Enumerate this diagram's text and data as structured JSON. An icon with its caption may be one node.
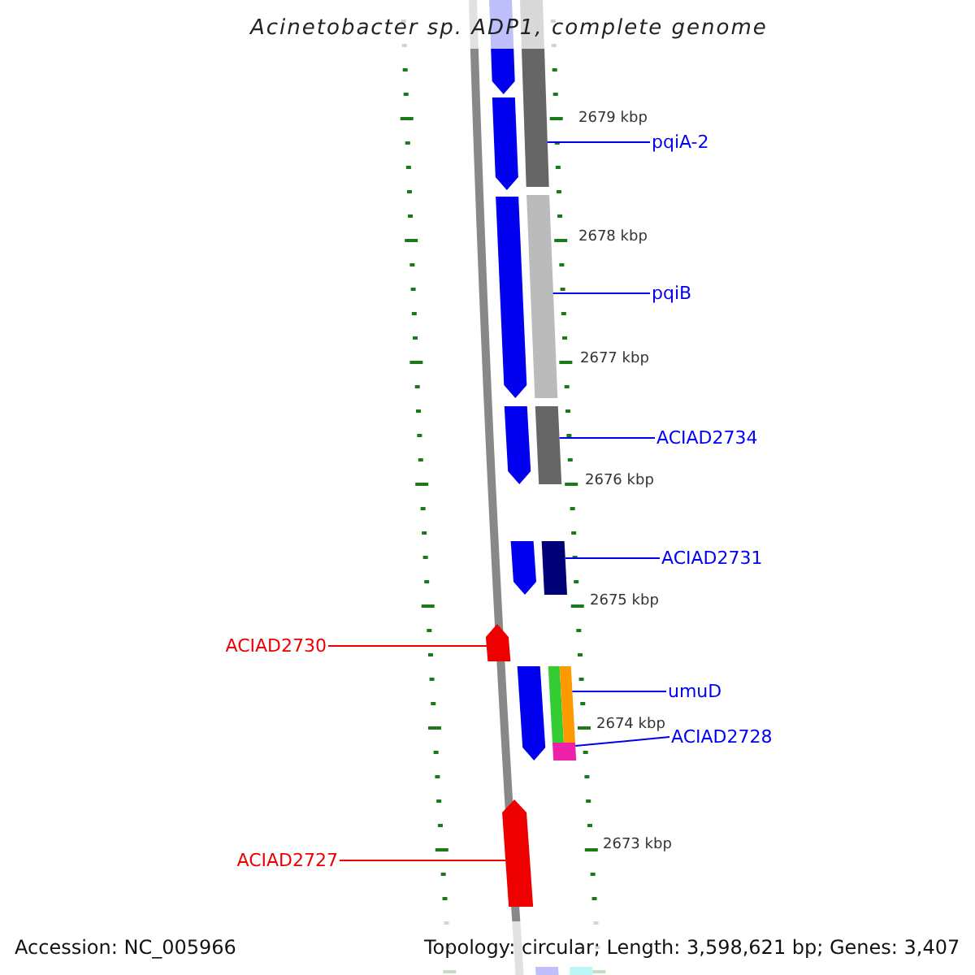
{
  "diagram": {
    "title": "Acinetobacter sp. ADP1, complete genome",
    "nodes": [
      {
        "text": [
          "pqiA-2"
        ]
      },
      {
        "text": [
          "pqiB"
        ]
      },
      {
        "text": [
          "ACIAD2734"
        ]
      },
      {
        "text": [
          "ACIAD2731"
        ]
      },
      {
        "text": [
          "ACIAD2730"
        ]
      },
      {
        "text": [
          "umuD"
        ]
      },
      {
        "text": [
          "ACIAD2728"
        ]
      },
      {
        "text": [
          "ACIAD2727"
        ]
      },
      {
        "text": [],
        "shape": "pentagon"
      },
      {
        "text": [],
        "shape": "bar"
      },
      {
        "text": [],
        "shape": "pentagon"
      },
      {
        "text": [],
        "shape": "pentagon"
      },
      {
        "text": [],
        "shape": "bar"
      },
      {
        "text": [],
        "shape": "pentagon"
      },
      {
        "text": [],
        "shape": "bar"
      },
      {
        "text": [],
        "shape": "pentagon"
      },
      {
        "text": [],
        "shape": "bar"
      },
      {
        "text": [],
        "shape": "pentagon"
      },
      {
        "text": [],
        "shape": "pentagon"
      },
      {
        "text": [],
        "shape": "bar"
      },
      {
        "text": [],
        "shape": "bar"
      },
      {
        "text": [],
        "shape": "bar"
      },
      {
        "text": [],
        "shape": "pentagon"
      },
      {
        "text": [],
        "shape": "bar"
      },
      {
        "text": [],
        "shape": "bar"
      }
    ],
    "edges": [
      {
        "from": 0,
        "to": 9,
        "arrow": "none"
      },
      {
        "from": 1,
        "to": 12,
        "arrow": "none"
      },
      {
        "from": 2,
        "to": 14,
        "arrow": "none"
      },
      {
        "from": 3,
        "to": 16,
        "arrow": "none"
      },
      {
        "from": 4,
        "to": 17,
        "arrow": "none",
        "color": "#ee0000"
      },
      {
        "from": 5,
        "to": 20,
        "arrow": "none"
      },
      {
        "from": 6,
        "to": 21,
        "arrow": "none"
      },
      {
        "from": 7,
        "to": 22,
        "arrow": "none",
        "color": "#ee0000"
      }
    ],
    "labels": [
      "2679 kbp",
      "2678 kbp",
      "2677 kbp",
      "2676 kbp",
      "2675 kbp",
      "2674 kbp",
      "2673 kbp",
      "Accession: NC_005966",
      "Topology: circular; Length: 3,598,621 bp; Genes: 3,407"
    ]
  }
}
